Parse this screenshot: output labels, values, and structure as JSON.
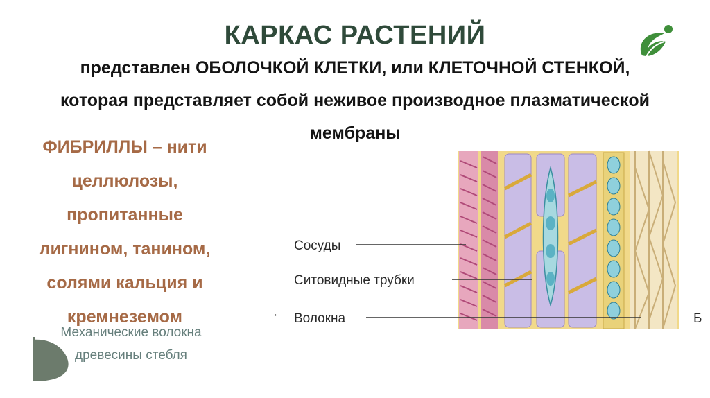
{
  "slide": {
    "title": "КАРКАС РАСТЕНИЙ",
    "subtitle_lines": [
      "представлен ОБОЛОЧКОЙ КЛЕТКИ, или КЛЕТОЧНОЙ СТЕНКОЙ,",
      "которая представляет собой неживое производное плазматической",
      "мембраны"
    ]
  },
  "left_panel": {
    "fibrils_lines": [
      "ФИБРИЛЛЫ – нити",
      "целлюлозы,",
      "пропитанные",
      "лигнином, танином,",
      "солями кальция и",
      "кремнеземом"
    ],
    "caption_lines": [
      "Механические волокна",
      "древесины стебля"
    ]
  },
  "diagram": {
    "labels": [
      "Сосуды",
      "Ситовидные трубки",
      "Волокна"
    ],
    "edge_letter": "Б",
    "dot": "·"
  },
  "colors": {
    "title": "#2f4a3a",
    "accent_brown": "#a66a46",
    "caption_teal": "#667f7c",
    "logo_green": "#3f8f3a"
  },
  "icons": [
    "leaf-logo-icon",
    "decorative-blob"
  ]
}
